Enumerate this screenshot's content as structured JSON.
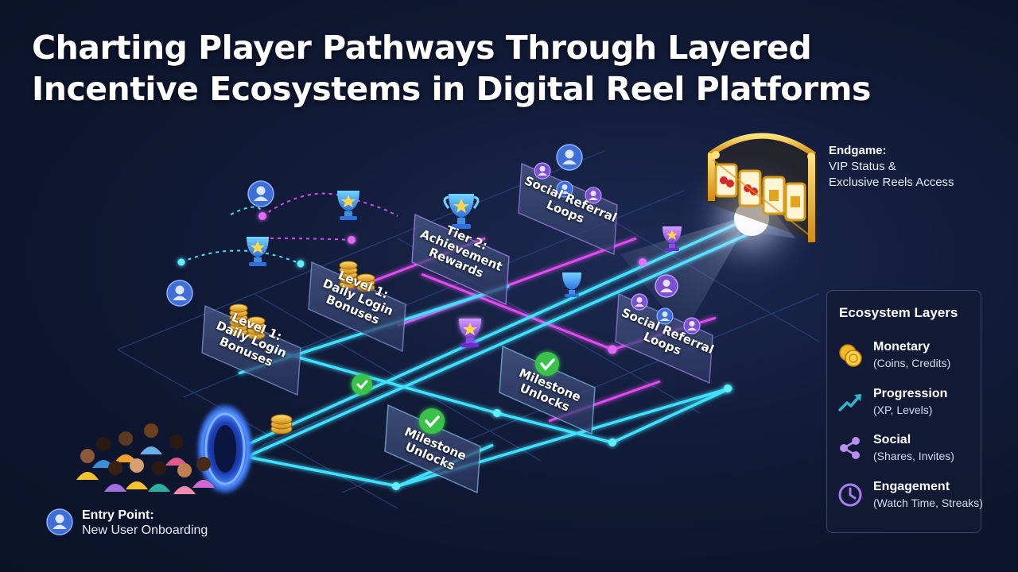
{
  "title": {
    "line1": "Charting Player Pathways Through Layered",
    "line2": "Incentive Ecosystems in Digital Reel Platforms"
  },
  "cards": [
    {
      "id": "level1-left",
      "lines": [
        "Level 1:",
        "Daily Login",
        "Bonuses"
      ],
      "icon": "coin-stack-icon"
    },
    {
      "id": "level1-mid",
      "lines": [
        "Level 1:",
        "Daily Login",
        "Bonuses"
      ],
      "icon": "coin-stack-icon"
    },
    {
      "id": "tier2",
      "lines": [
        "Tier 2:",
        "Achievement",
        "Rewards"
      ],
      "icon": "trophy-icon"
    },
    {
      "id": "social-top",
      "lines": [
        "Social Referral",
        "Loops"
      ],
      "icon": "users-icon"
    },
    {
      "id": "social-right",
      "lines": [
        "Social Referral",
        "Loops"
      ],
      "icon": "users-icon"
    },
    {
      "id": "milestone-mid",
      "lines": [
        "Milestone",
        "Unlocks"
      ],
      "icon": "check-badge-icon"
    },
    {
      "id": "milestone-low",
      "lines": [
        "Milestone",
        "Unlocks"
      ],
      "icon": "check-badge-icon"
    }
  ],
  "endgame": {
    "heading": "Endgame:",
    "line1": "VIP Status &",
    "line2": "Exclusive Reels Access",
    "icon": "slot-machine-gate-icon"
  },
  "entry": {
    "heading": "Entry Point:",
    "text": "New User Onboarding",
    "icon": "user-icon"
  },
  "legend": {
    "title": "Ecosystem Layers",
    "items": [
      {
        "name": "Monetary",
        "desc": "(Coins, Credits)",
        "icon": "coins-icon",
        "color": "#f2b824"
      },
      {
        "name": "Progression",
        "desc": "(XP, Levels)",
        "icon": "trend-up-icon",
        "color": "#2fb7c9"
      },
      {
        "name": "Social",
        "desc": "(Shares, Invites)",
        "icon": "share-icon",
        "color": "#b98cf0"
      },
      {
        "name": "Engagement",
        "desc": "(Watch Time, Streaks)",
        "icon": "clock-icon",
        "color": "#a57cf2"
      }
    ]
  },
  "colors": {
    "cyan_path": "#3fe0ff",
    "magenta_path": "#e24cf0",
    "grid": "#2c4a8a",
    "gold": "#f2b824",
    "badge_blue": "#3f6fd6",
    "check_green": "#38c24a"
  }
}
